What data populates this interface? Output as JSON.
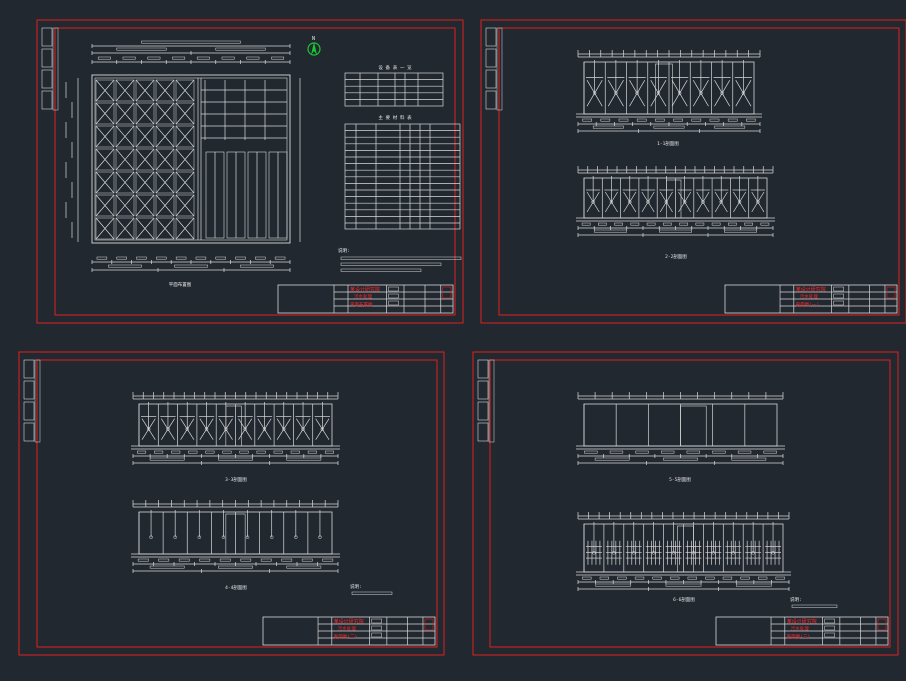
{
  "colors": {
    "background": "#212830",
    "linework": "#d9d9d9",
    "frame": "#e02020",
    "north_arrow": "#19c832"
  },
  "icons": {
    "north_arrow": "north-arrow-icon"
  },
  "sheets": [
    {
      "id": "sheet-1",
      "north_label": "N",
      "plan_caption": "平面布置图",
      "table1_title": "设 备 表 一 览",
      "table2_title": "主 要 材 料 表",
      "notes_title": "说明:",
      "titleblock_company": "某设计研究院",
      "titleblock_project": "污水处理",
      "titleblock_drawing": "平面布置图"
    },
    {
      "id": "sheet-2",
      "section_a": "1-1剖面图",
      "section_b": "2-2剖面图",
      "titleblock_company": "某设计研究院",
      "titleblock_project": "污水处理",
      "titleblock_drawing": "剖面图(一)"
    },
    {
      "id": "sheet-3",
      "section_a": "3-3剖面图",
      "section_b": "4-4剖面图",
      "notes_title": "说明:",
      "titleblock_company": "某设计研究院",
      "titleblock_project": "污水处理",
      "titleblock_drawing": "剖面图(二)"
    },
    {
      "id": "sheet-4",
      "section_a": "5-5剖面图",
      "section_b": "6-6剖面图",
      "notes_title": "说明:",
      "titleblock_company": "某设计研究院",
      "titleblock_project": "污水处理",
      "titleblock_drawing": "剖面图(三)"
    }
  ]
}
